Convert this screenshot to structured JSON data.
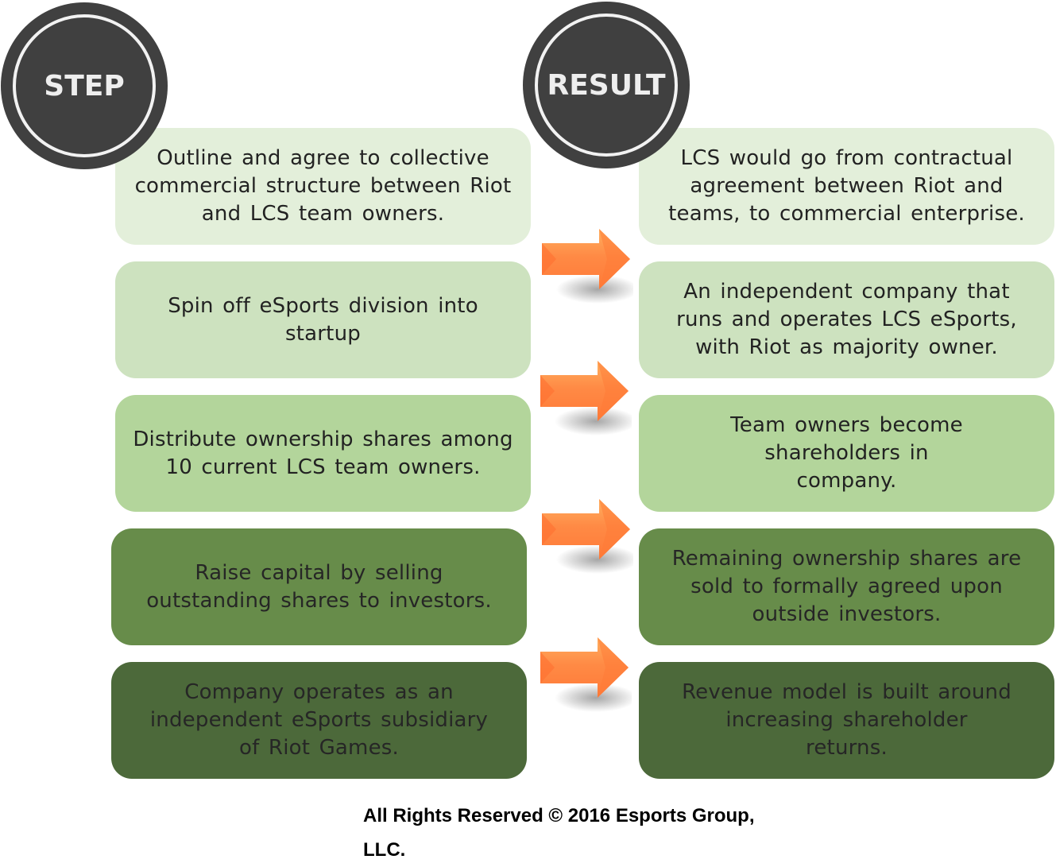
{
  "headers": {
    "step": "STEP",
    "result": "RESULT"
  },
  "steps": [
    {
      "text": "Outline and agree to collective commercial structure between Riot and LCS team owners.",
      "color": "#e3efda"
    },
    {
      "text": "Spin off eSports division into startup",
      "color": "#cde2bf"
    },
    {
      "text": "Distribute ownership shares among 10 current LCS team owners.",
      "color": "#b3d59b"
    },
    {
      "text": "Raise capital by selling outstanding shares to investors.",
      "color": "#678c4a"
    },
    {
      "text": "Company operates as an independent eSports subsidiary of Riot Games.",
      "color": "#4c693a"
    }
  ],
  "results": [
    {
      "text": "LCS would go from contractual agreement between Riot and teams, to commercial enterprise.",
      "color": "#e3efda"
    },
    {
      "text": "An independent company that runs and operates LCS eSports, with Riot as majority owner.",
      "color": "#cde2bf"
    },
    {
      "text": "Team owners become shareholders in company.",
      "color": "#b3d59b"
    },
    {
      "text": "Remaining ownership shares are sold to formally agreed upon outside investors.",
      "color": "#678c4a"
    },
    {
      "text": "Revenue model is built around increasing shareholder returns.",
      "color": "#4c693a"
    }
  ],
  "arrows": [
    {
      "icon": "arrow-right-icon",
      "color": "#ff7f3f"
    },
    {
      "icon": "arrow-right-icon",
      "color": "#ff7f3f"
    },
    {
      "icon": "arrow-right-icon",
      "color": "#ff7f3f"
    },
    {
      "icon": "arrow-right-icon",
      "color": "#ff7f3f"
    }
  ],
  "footer": {
    "line1": "All Rights Reserved © 2016 Esports Group,",
    "line2": "LLC."
  }
}
